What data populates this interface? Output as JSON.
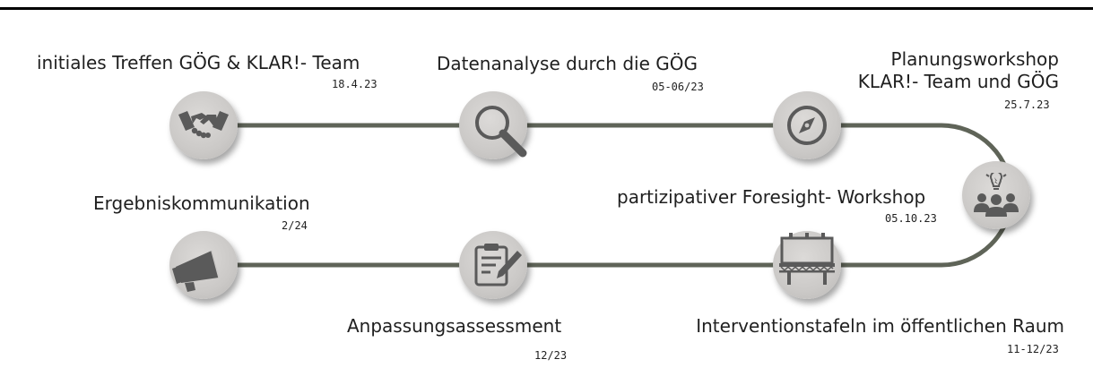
{
  "milestones": [
    {
      "id": "initial-meeting",
      "title": "initiales Treffen GÖG & KLAR!- Team",
      "date": "18.4.23",
      "icon": "handshake-icon"
    },
    {
      "id": "data-analysis",
      "title": "Datenanalyse durch die GÖG",
      "date": "05-06/23",
      "icon": "magnifier-icon"
    },
    {
      "id": "planning-workshop",
      "title_line1": "Planungsworkshop",
      "title_line2": "KLAR!- Team und GÖG",
      "date": "25.7.23",
      "icon": "compass-icon"
    },
    {
      "id": "foresight-workshop",
      "title": "partizipativer Foresight- Workshop",
      "date": "05.10.23",
      "icon": "group-idea-icon"
    },
    {
      "id": "intervention-boards",
      "title": "Interventionstafeln im öffentlichen Raum",
      "date": "11-12/23",
      "icon": "billboard-icon"
    },
    {
      "id": "adaptation-assessment",
      "title": "Anpassungsassessment",
      "date": "12/23",
      "icon": "clipboard-pen-icon"
    },
    {
      "id": "result-communication",
      "title": "Ergebniskommunikation",
      "date": "2/24",
      "icon": "megaphone-icon"
    }
  ],
  "colors": {
    "track": "#5f6458",
    "node": "#cbc9c7",
    "icon": "#5a5a5a"
  }
}
